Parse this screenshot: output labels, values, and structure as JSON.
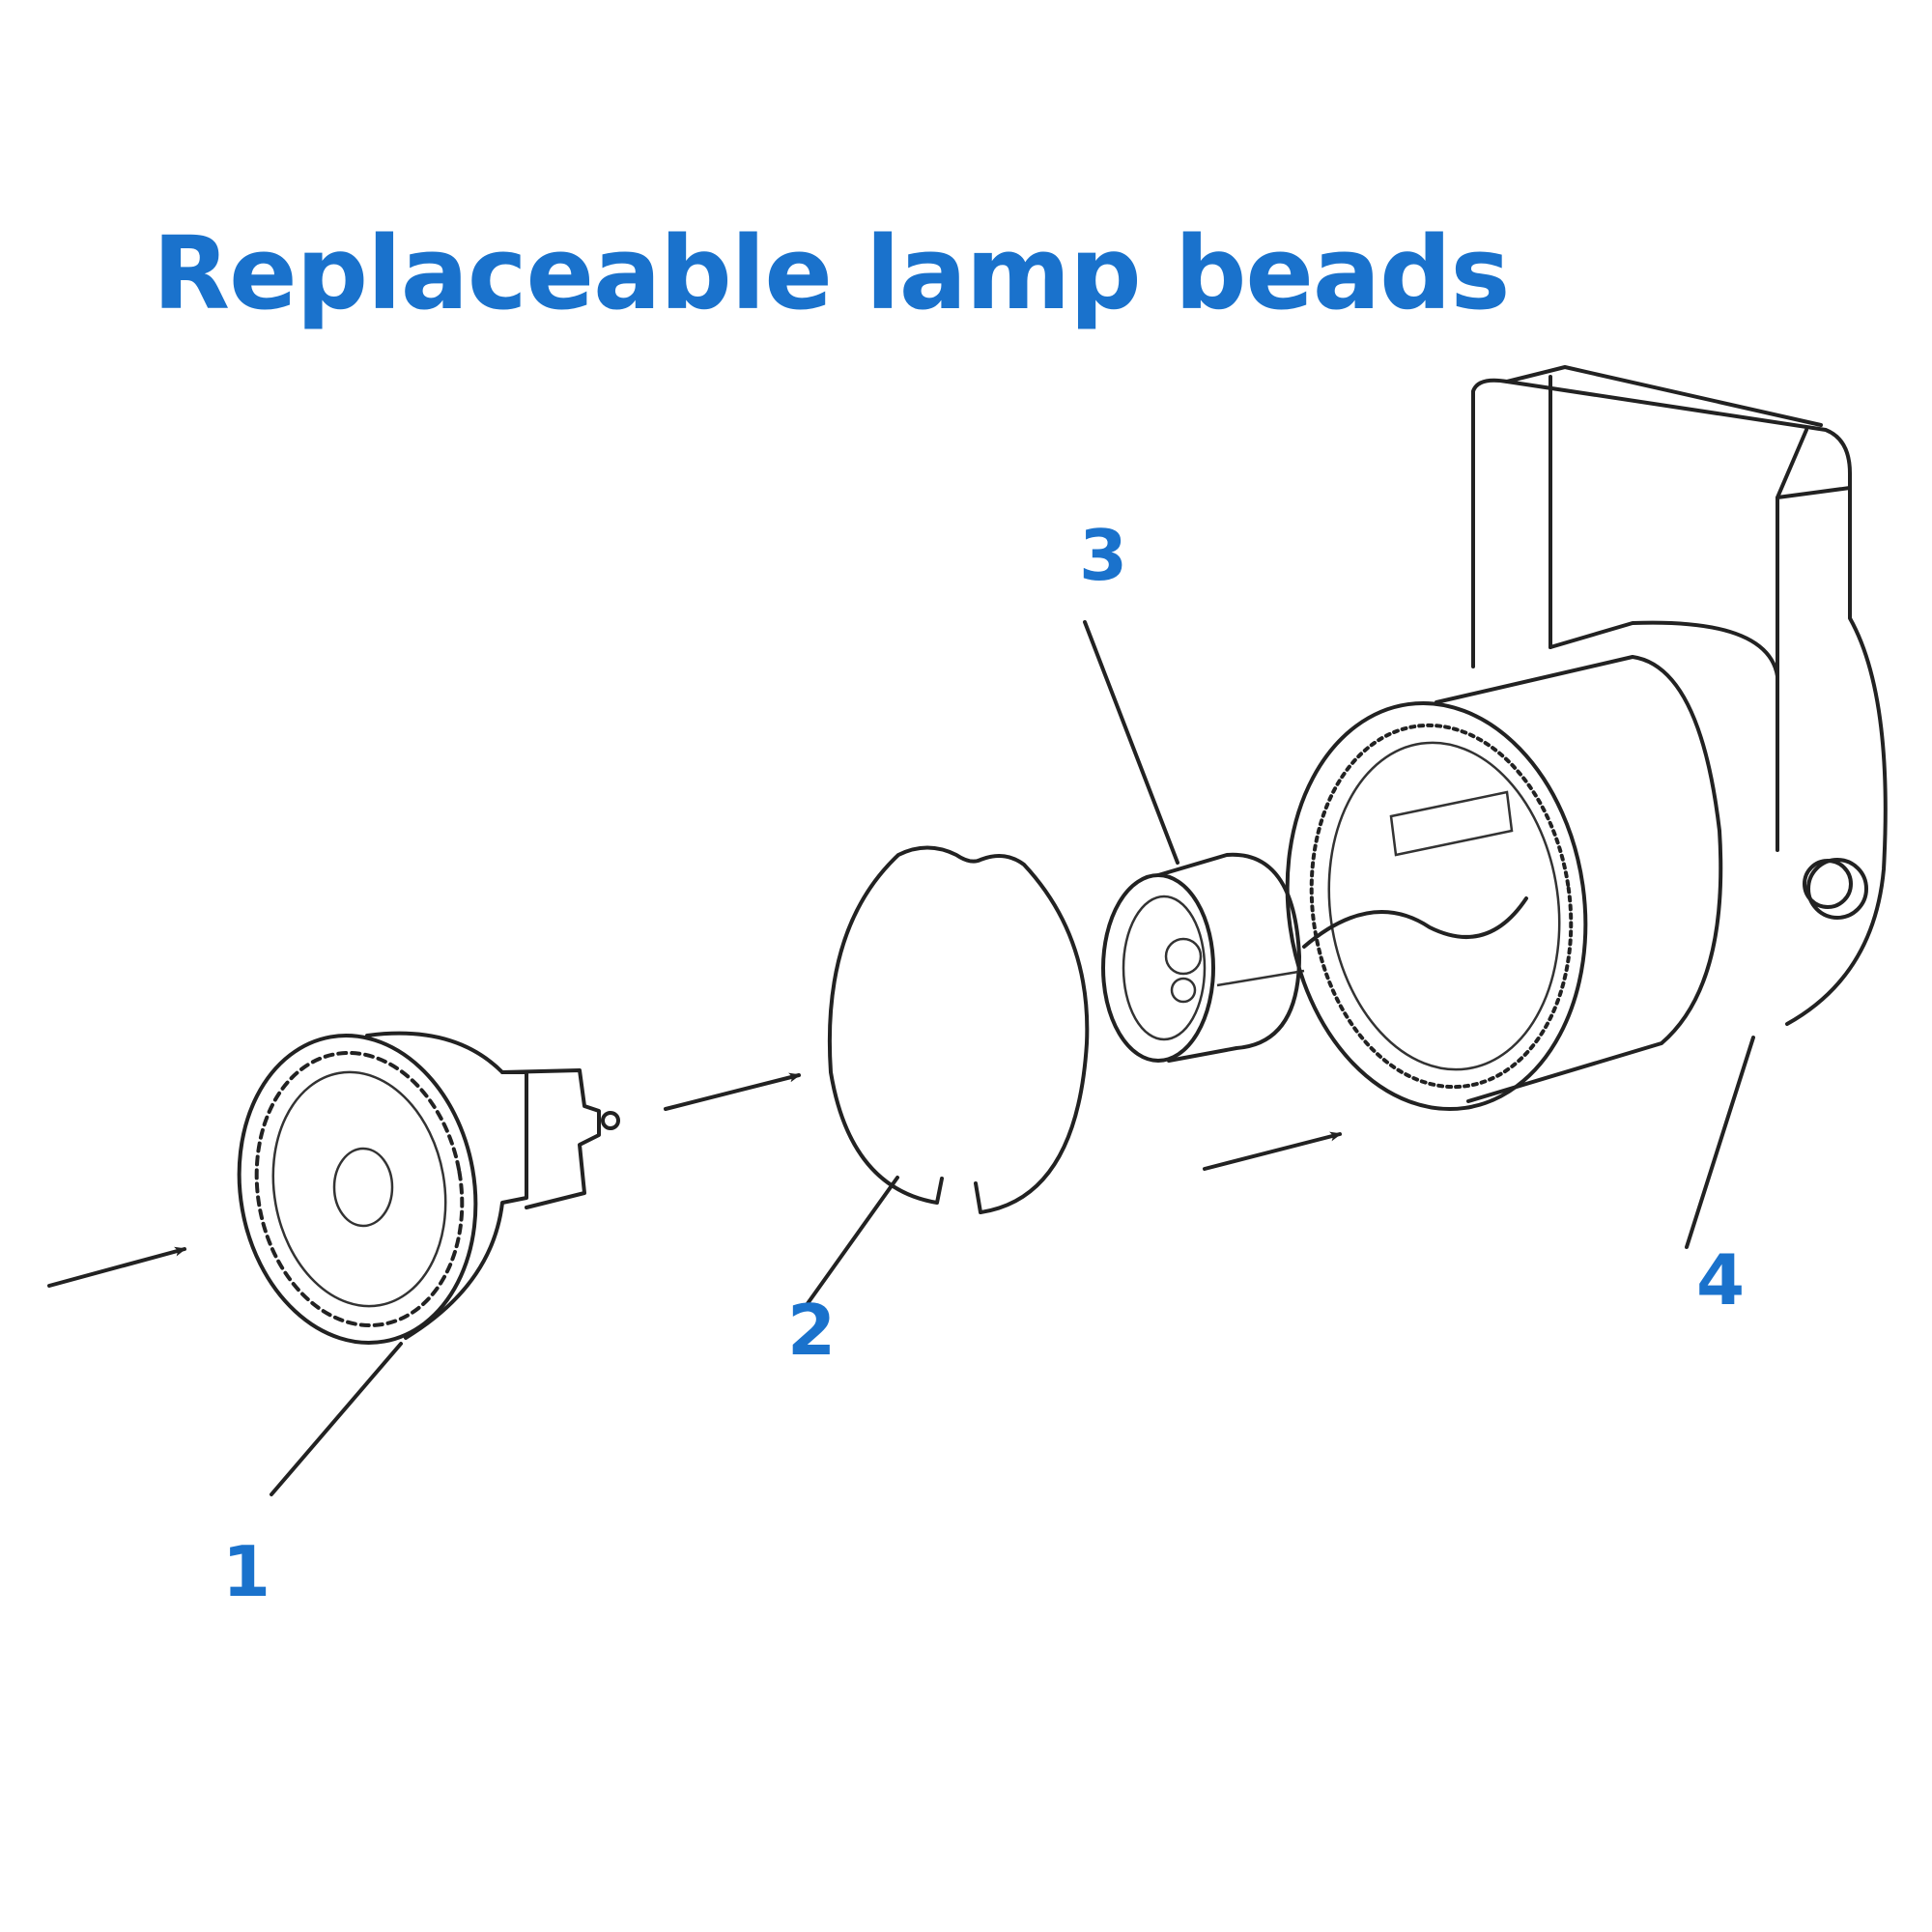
{
  "title": "Replaceable lamp beads",
  "labels": [
    "1",
    "2",
    "3",
    "4"
  ],
  "colors": {
    "text": "#1a72cc",
    "lines": "#222222"
  }
}
